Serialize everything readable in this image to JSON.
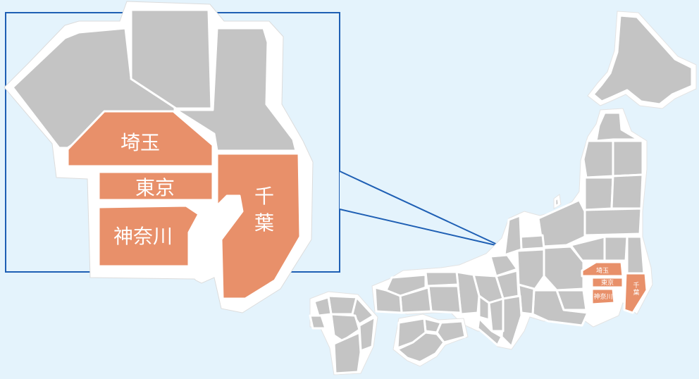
{
  "colors": {
    "background": "#e4f3fc",
    "prefecture": "#c4c4c4",
    "highlight": "#e8906a",
    "callout_border": "#1e5fb4"
  },
  "labels": {
    "saitama": "埼玉",
    "tokyo": "東京",
    "kanagawa": "神奈川",
    "chiba_1": "千",
    "chiba_2": "葉"
  }
}
